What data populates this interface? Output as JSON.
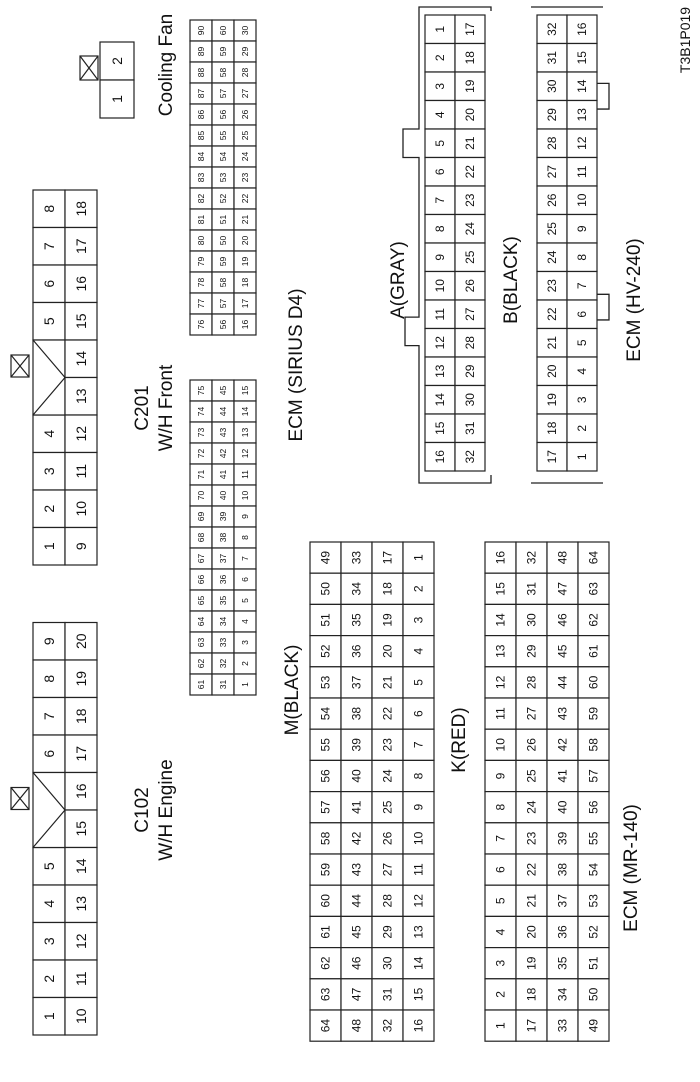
{
  "figure_code": "T3B1P019",
  "connectors": {
    "c102": {
      "name": "C102",
      "subtitle": "W/H Engine",
      "row_inner": [
        "1",
        "2",
        "3",
        "4",
        "5",
        "6",
        "7",
        "8",
        "9"
      ],
      "row_outer": [
        "10",
        "11",
        "12",
        "13",
        "14",
        "15",
        "16",
        "17",
        "18",
        "19",
        "20"
      ]
    },
    "c201": {
      "name": "C201",
      "subtitle": "W/H Front",
      "row_inner": [
        "1",
        "2",
        "3",
        "4",
        "5",
        "6",
        "7",
        "8"
      ],
      "row_outer": [
        "9",
        "10",
        "11",
        "12",
        "13",
        "14",
        "15",
        "16",
        "17",
        "18"
      ]
    },
    "cooling_fan": {
      "name": "Cooling Fan",
      "pins": [
        "1",
        "2"
      ]
    },
    "ecm_sirius": {
      "name": "ECM (SIRIUS D4)",
      "block1": {
        "row_inner": [
          "61",
          "62",
          "63",
          "64",
          "65",
          "66",
          "67",
          "68",
          "69",
          "70",
          "71",
          "72",
          "73",
          "74",
          "75"
        ],
        "row_mid": [
          "31",
          "32",
          "33",
          "34",
          "35",
          "36",
          "37",
          "38",
          "39",
          "40",
          "41",
          "42",
          "43",
          "44",
          "45"
        ],
        "row_outer": [
          "1",
          "2",
          "3",
          "4",
          "5",
          "6",
          "7",
          "8",
          "9",
          "10",
          "11",
          "12",
          "13",
          "14",
          "15"
        ]
      },
      "block2": {
        "row_inner": [
          "76",
          "77",
          "78",
          "79",
          "80",
          "81",
          "82",
          "83",
          "84",
          "85",
          "86",
          "87",
          "88",
          "89",
          "90"
        ],
        "row_mid": [
          "56",
          "57",
          "58",
          "59",
          "50",
          "51",
          "52",
          "53",
          "54",
          "55",
          "56",
          "57",
          "58",
          "59",
          "60"
        ],
        "row_outer": [
          "16",
          "17",
          "18",
          "19",
          "20",
          "21",
          "22",
          "23",
          "24",
          "25",
          "26",
          "27",
          "28",
          "29",
          "30"
        ]
      }
    },
    "ecm_hv240": {
      "name": "ECM (HV-240)",
      "a_label": "A(GRAY)",
      "b_label": "B(BLACK)",
      "a_row_inner": [
        "16",
        "15",
        "14",
        "13",
        "12",
        "11",
        "10",
        "9",
        "8",
        "7",
        "6",
        "5",
        "4",
        "3",
        "2",
        "1"
      ],
      "a_row_outer": [
        "32",
        "31",
        "30",
        "29",
        "28",
        "27",
        "26",
        "25",
        "24",
        "23",
        "22",
        "21",
        "20",
        "19",
        "18",
        "17"
      ],
      "b_row_inner": [
        "17",
        "18",
        "19",
        "20",
        "21",
        "22",
        "23",
        "24",
        "25",
        "26",
        "27",
        "28",
        "29",
        "30",
        "31",
        "32"
      ],
      "b_row_outer": [
        "1",
        "2",
        "3",
        "4",
        "5",
        "6",
        "7",
        "8",
        "9",
        "10",
        "11",
        "12",
        "13",
        "14",
        "15",
        "16"
      ]
    },
    "ecm_mr140": {
      "name": "ECM (MR-140)",
      "m_label": "M(BLACK)",
      "k_label": "K(RED)",
      "m_rows": [
        [
          "64",
          "63",
          "62",
          "61",
          "60",
          "59",
          "58",
          "57",
          "56",
          "55",
          "54",
          "53",
          "52",
          "51",
          "50",
          "49"
        ],
        [
          "48",
          "47",
          "46",
          "45",
          "44",
          "43",
          "42",
          "41",
          "40",
          "39",
          "38",
          "37",
          "36",
          "35",
          "34",
          "33"
        ],
        [
          "32",
          "31",
          "30",
          "29",
          "28",
          "27",
          "26",
          "25",
          "24",
          "23",
          "22",
          "21",
          "20",
          "19",
          "18",
          "17"
        ],
        [
          "16",
          "15",
          "14",
          "13",
          "12",
          "11",
          "10",
          "9",
          "8",
          "7",
          "6",
          "5",
          "4",
          "3",
          "2",
          "1"
        ]
      ],
      "k_rows": [
        [
          "1",
          "2",
          "3",
          "4",
          "5",
          "6",
          "7",
          "8",
          "9",
          "10",
          "11",
          "12",
          "13",
          "14",
          "15",
          "16"
        ],
        [
          "17",
          "18",
          "19",
          "20",
          "21",
          "22",
          "23",
          "24",
          "25",
          "26",
          "27",
          "28",
          "29",
          "30",
          "31",
          "32"
        ],
        [
          "33",
          "34",
          "35",
          "36",
          "37",
          "38",
          "39",
          "40",
          "41",
          "42",
          "43",
          "44",
          "45",
          "46",
          "47",
          "48"
        ],
        [
          "49",
          "50",
          "51",
          "52",
          "53",
          "54",
          "55",
          "56",
          "57",
          "58",
          "59",
          "60",
          "61",
          "62",
          "63",
          "64"
        ]
      ]
    }
  }
}
